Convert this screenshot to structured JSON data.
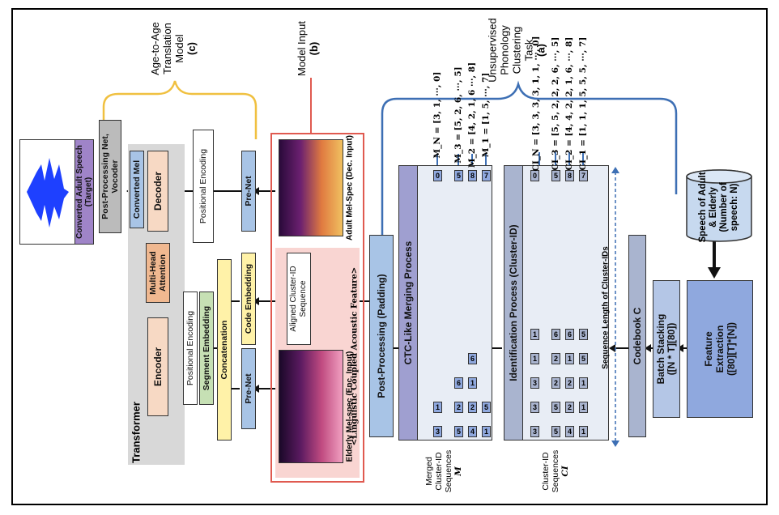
{
  "sections": {
    "a": {
      "title_lines": [
        "Unsupervised",
        "Phonology",
        "Clustering",
        "Task"
      ],
      "tag": "(a)"
    },
    "b": {
      "title": "Model Input",
      "tag": "(b)"
    },
    "c": {
      "title_lines": [
        "Age-to-Age",
        "Translation",
        "Model"
      ],
      "tag": "(c)"
    }
  },
  "speech_db": {
    "lines": [
      "Speech of Adult",
      "& Elderly",
      "(Number of",
      "speech: N)"
    ]
  },
  "feature_extraction": {
    "lines": [
      "Feature",
      "Extraction",
      "([80][T]*[N])"
    ]
  },
  "batch_stacking": {
    "lines": [
      "Batch Stacking",
      "([N * T][80])"
    ]
  },
  "codebook": {
    "label": "Codebook C"
  },
  "identification": {
    "label": "Identification Process (Cluster-ID)"
  },
  "seq_length_label": "Sequence Length of Cluster-IDs",
  "ctc_merge": {
    "label": "CTC-Like Merging Process"
  },
  "post_processing": {
    "label": "Post-Processing (Padding)"
  },
  "cluster_id_label": {
    "lines": [
      "Cluster-ID",
      "Sequences",
      "CI"
    ]
  },
  "merged_label": {
    "lines": [
      "Merged",
      "Cluster-ID",
      "Sequences",
      "M"
    ]
  },
  "ci_sequences": [
    "CI_1 = [1, 1, 1, 5, 5, 5, ⋯, 7]",
    "CI_2 = [4, 4, 2, 2, 1, 6, ⋯, 8]",
    "CI_3 = [5, 5, 2, 2, 2, 6, ⋯, 5]",
    "CI_N = [3, 3, 3, 3, 1, 1, ⋯, 0]"
  ],
  "m_sequences": [
    "M_1 = [1, 5, ⋯, 7]",
    "M_2 = [4, 2, 1, 6 ⋯, 8]",
    "M_3 = [5, 2, 6, ⋯, 5]",
    "M_N = [3, 1, ⋯, 0]"
  ],
  "grid_ci_rows": [
    [
      "1",
      "1",
      "1",
      "5",
      "5",
      "7"
    ],
    [
      "4",
      "2",
      "2",
      "1",
      "6",
      "8"
    ],
    [
      "5",
      "5",
      "2",
      "2",
      "6",
      "5"
    ],
    [
      "3",
      "3",
      "3",
      "1",
      "1",
      "0"
    ]
  ],
  "grid_m_rows": [
    [
      "1",
      "5",
      "7"
    ],
    [
      "4",
      "2",
      "1",
      "6",
      "8"
    ],
    [
      "5",
      "2",
      "6",
      "5"
    ],
    [
      "3",
      "1",
      "0"
    ]
  ],
  "model_input": {
    "adult_spec": "Adult Mel-Spec (Dec. Input)",
    "elderly_spec": "Elderly Mel-spec (Enc. Input)",
    "aligned_seq": [
      "Aligned Cluster-ID",
      "Sequence"
    ],
    "linguistic": "<Linguistic Coupled Acoustic Feature>"
  },
  "translation": {
    "code_embedding": "Code Embedding",
    "prenet_enc": "Pre-Net",
    "prenet_dec": "Pre-Net",
    "concatenation": "Concatenation",
    "segment_embedding": "Segment Embedding",
    "positional_enc_enc": "Positional Encoding",
    "positional_enc_dec": "Positional Encoding",
    "encoder": "Encoder",
    "decoder": "Decoder",
    "multihead": [
      "Multi-Head",
      "Attention"
    ],
    "converted_mel": "Converted Mel",
    "post_net": [
      "Post-Processing Net,",
      "Vocoder"
    ],
    "converted_adult": [
      "Converted Adult Speech",
      "(Target)"
    ],
    "transformer": "Transformer"
  },
  "colors": {
    "lavender": "#b4b4dc",
    "grid_bg": "#e8edf5",
    "blue_cell": "#8fa8de",
    "gray_cell": "#a9b4cf",
    "blue_bracket": "#3d6fb4",
    "yellow_bracket": "#f0c040",
    "red_box": "#e05a50",
    "peach": "#f7d9c4",
    "green": "#c6e0b4",
    "yellow": "#fff2a8",
    "purple": "#9f84c8"
  }
}
